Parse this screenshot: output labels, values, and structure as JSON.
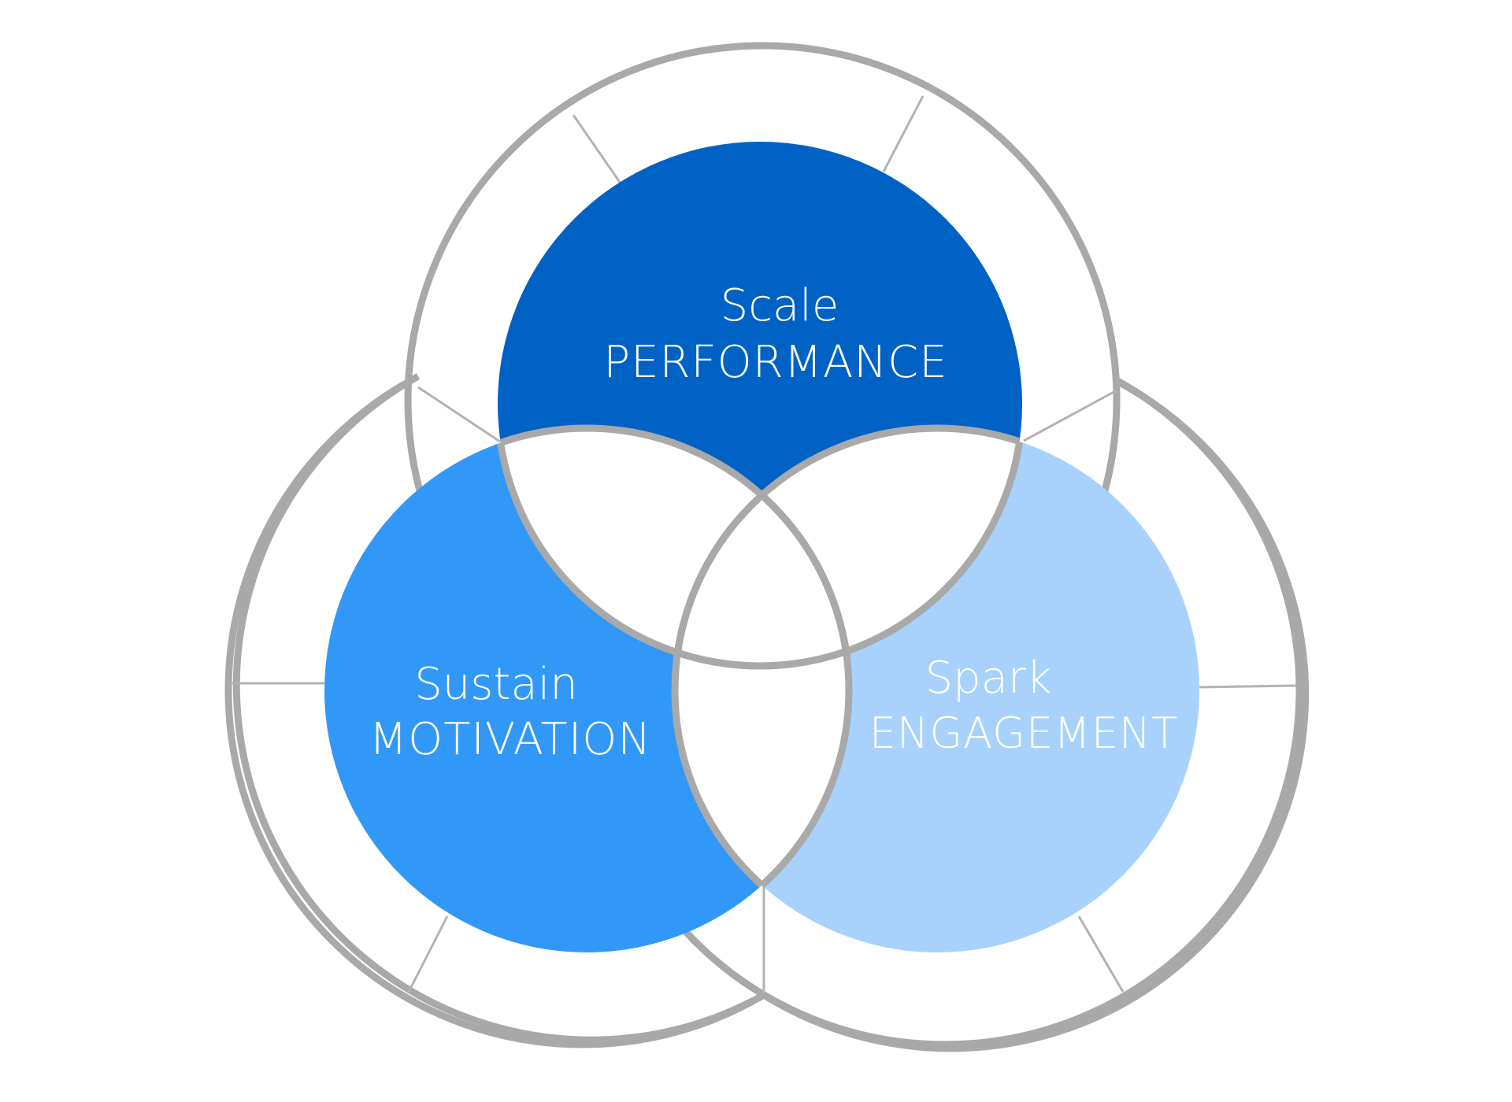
{
  "colors": {
    "background": "#ffffff",
    "outline": "#a9a9a9",
    "spoke": "#b3b3b3",
    "performance_fill": "#0062c4",
    "motivation_fill": "#3298f7",
    "engagement_fill": "#a8d2fb",
    "text": "#ffffff"
  },
  "circles": {
    "performance": {
      "line1": "Scale",
      "line2": "PERFORMANCE"
    },
    "motivation": {
      "line1": "Sustain",
      "line2": "MOTIVATION"
    },
    "engagement": {
      "line1": "Spark",
      "line2": "ENGAGEMENT"
    }
  }
}
